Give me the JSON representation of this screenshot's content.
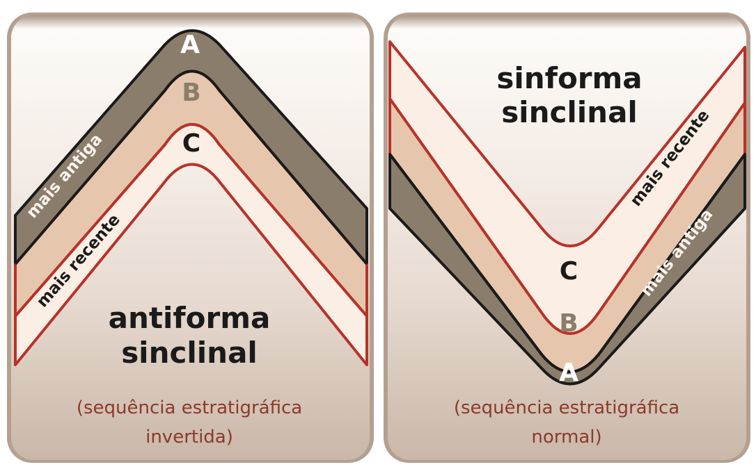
{
  "left_panel": {
    "layers": {
      "a": "A",
      "b": "B",
      "c": "C"
    },
    "label_older": "mais antiga",
    "label_younger": "mais recente",
    "title_line1": "antiforma",
    "title_line2": "sinclinal",
    "note_line1": "(sequência estratigráfica",
    "note_line2": "invertida)"
  },
  "right_panel": {
    "layers": {
      "a": "A",
      "b": "B",
      "c": "C"
    },
    "label_older": "mais antiga",
    "label_younger": "mais recente",
    "title_line1": "sinforma",
    "title_line2": "sinclinal",
    "note_line1": "(sequência estratigráfica",
    "note_line2": "normal)"
  },
  "colors": {
    "layer_a": "#8b7d6b",
    "layer_b": "#e6c7ad",
    "layer_c": "#fbeee4",
    "outline_dark": "#1a1a1a",
    "outline_red": "#b8322a",
    "note_text": "#8b3a2a",
    "letter_b": "#8b7d6b"
  }
}
